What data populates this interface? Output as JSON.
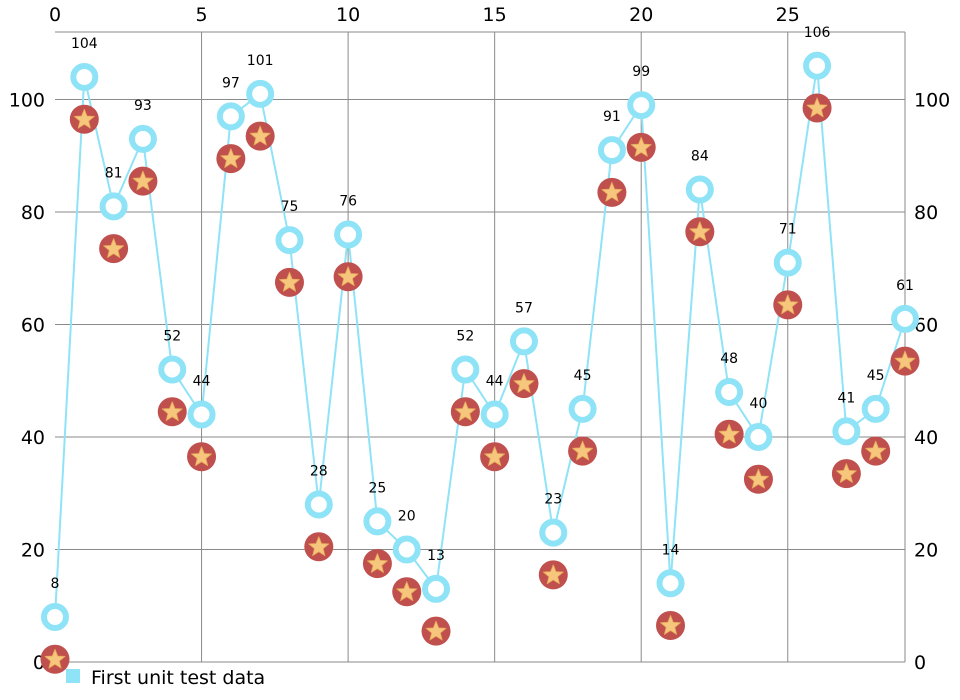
{
  "chart_data": {
    "type": "line",
    "x": [
      0,
      1,
      2,
      3,
      4,
      5,
      6,
      7,
      8,
      9,
      10,
      11,
      12,
      13,
      14,
      15,
      16,
      17,
      18,
      19,
      20,
      21,
      22,
      23,
      24,
      25,
      26,
      27,
      28,
      29
    ],
    "series": [
      {
        "name": "First unit test data",
        "values": [
          8,
          104,
          81,
          93,
          52,
          44,
          97,
          101,
          75,
          28,
          76,
          25,
          20,
          13,
          52,
          44,
          57,
          23,
          45,
          91,
          99,
          14,
          84,
          48,
          40,
          71,
          106,
          41,
          45,
          61
        ],
        "line_color": "#8fe3f7",
        "marker": "ring",
        "marker_color": "#8fe3f7",
        "data_labels": true
      },
      {
        "values": [
          0.5,
          96.5,
          73.5,
          85.5,
          44.5,
          36.5,
          89.5,
          93.5,
          67.5,
          20.5,
          68.5,
          17.5,
          12.5,
          5.5,
          44.5,
          36.5,
          49.5,
          15.5,
          37.5,
          83.5,
          91.5,
          6.5,
          76.5,
          40.5,
          32.5,
          63.5,
          98.5,
          33.5,
          37.5,
          53.5
        ],
        "marker": "star-circle",
        "marker_color": "#c0504d",
        "star_color": "#f6c67d"
      }
    ],
    "xlim": [
      0,
      29
    ],
    "ylim": [
      0,
      112
    ],
    "x_ticks": [
      "0",
      "5",
      "10",
      "15",
      "20",
      "25"
    ],
    "y_ticks_left": [
      "0",
      "20",
      "40",
      "60",
      "80",
      "100"
    ],
    "y_ticks_right": [
      "0",
      "20",
      "40",
      "60",
      "80",
      "100"
    ],
    "grid": true,
    "legend_position": "bottom-left",
    "legend": [
      "First unit test data"
    ]
  }
}
